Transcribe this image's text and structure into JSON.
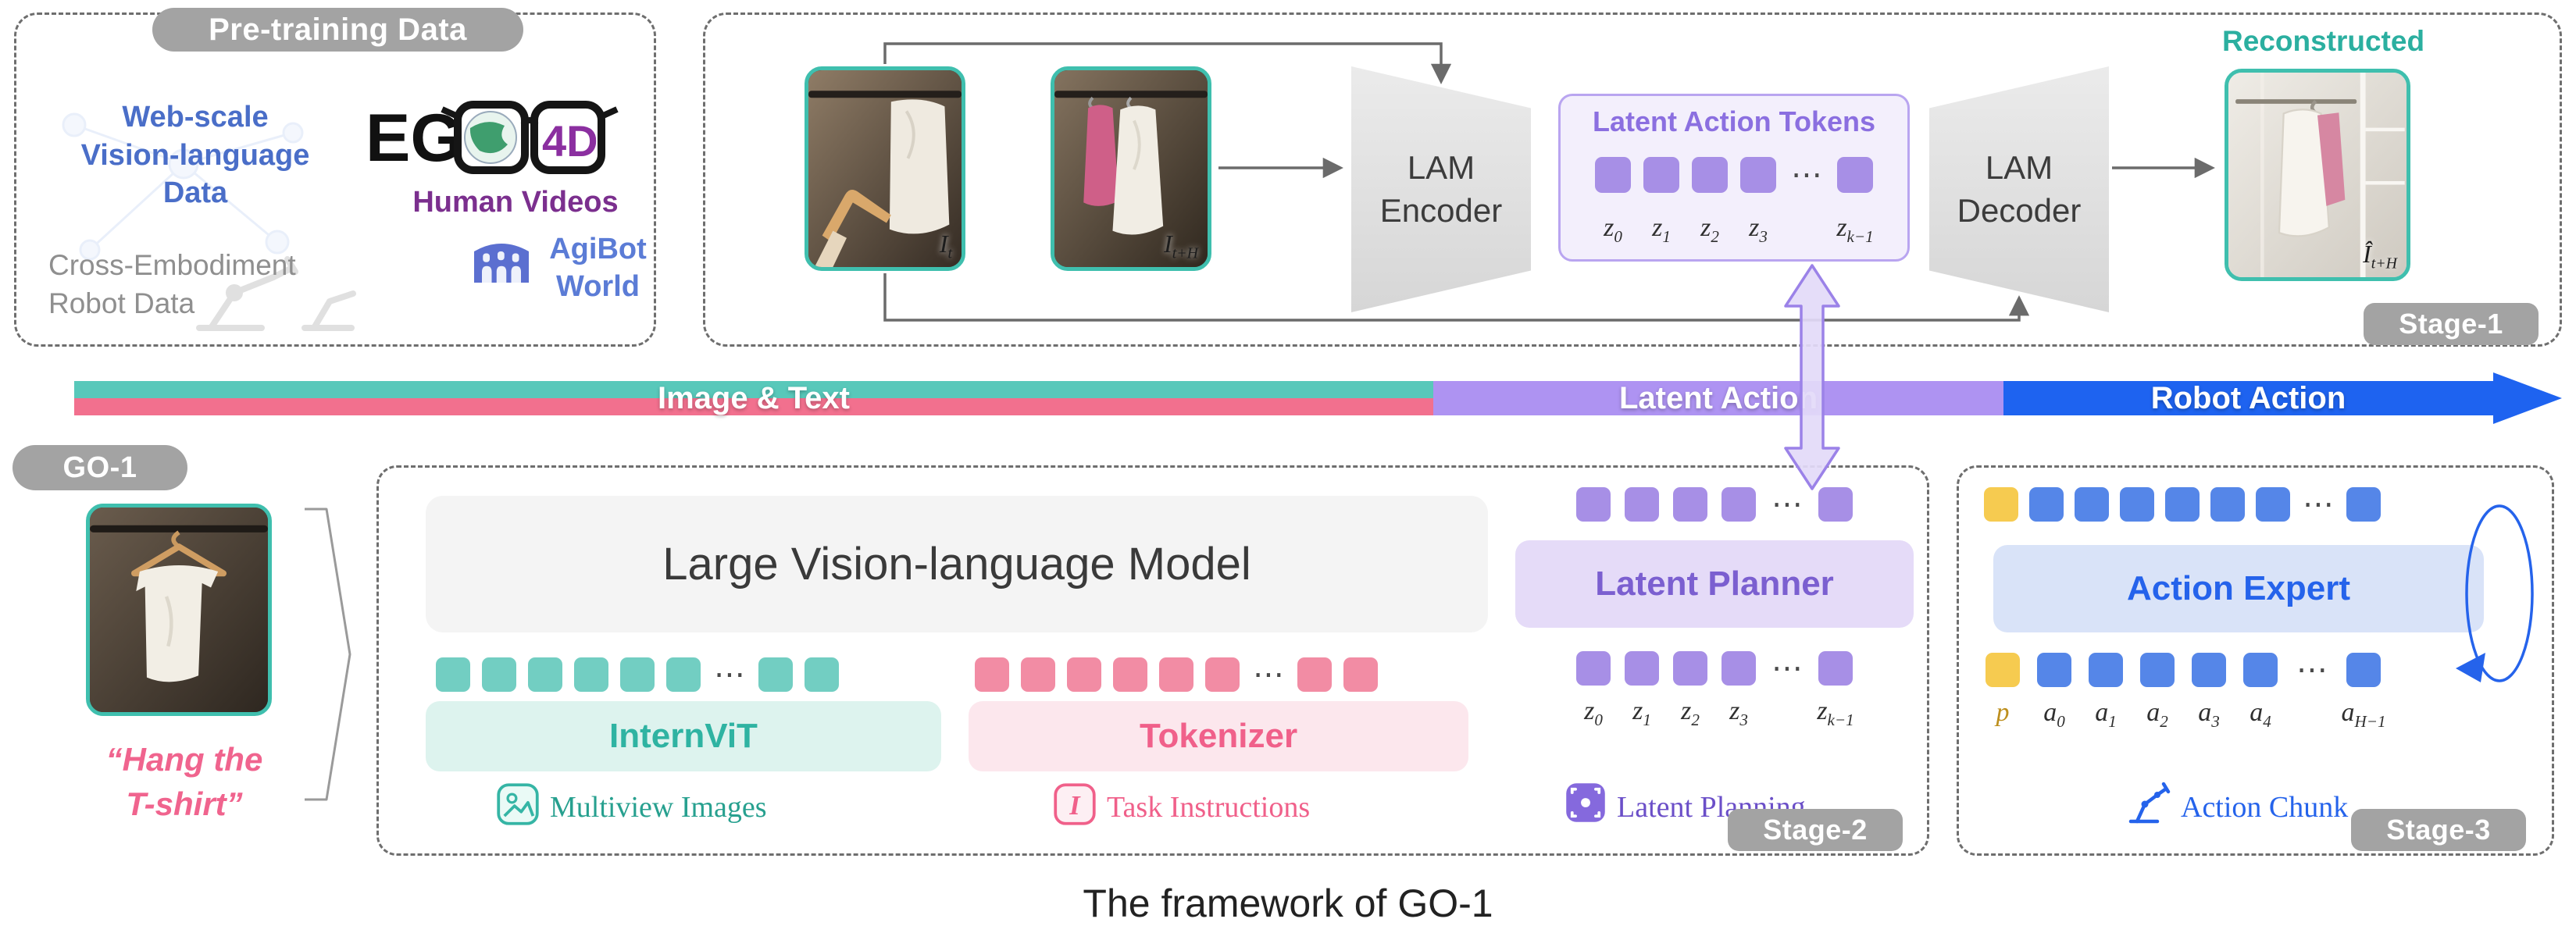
{
  "palette": {
    "teal": "#3fbfae",
    "pink": "#f0608a",
    "purple": "#8b6fe0",
    "blue": "#2563eb",
    "gray_pill": "#a3a3a3",
    "bar_teal": "#58c8ba",
    "bar_pink": "#f2708e",
    "bar_purple": "#ae93f2",
    "bar_blue": "#1e63f0"
  },
  "colors": {
    "t": "#72cec2",
    "p": "#f28ca4",
    "v": "#a78fe6",
    "b": "#5586e8",
    "y": "#f6cb50"
  },
  "icons": {
    "ego4d": "glasses-globe-logo",
    "agibot": "colosseum-icon",
    "multiview": "image-photo-icon",
    "task": "serif-i-icon",
    "planning": "scan-focus-icon",
    "chunk": "robot-arm-icon"
  },
  "pretraining": {
    "title": "Pre-training Data",
    "web_scale": "Web-scale\nVision-language\nData",
    "ego": "EG",
    "ego_4d": "4D",
    "human_videos": "Human Videos",
    "cross_embodiment": "Cross-Embodiment\nRobot Data",
    "agibot": "AgiBot\nWorld"
  },
  "stage1": {
    "label": "Stage-1",
    "encoder": "LAM\nEncoder",
    "decoder": "LAM\nDecoder",
    "tokens_title": "Latent Action Tokens",
    "token_row": {
      "cells": "vvvv.v",
      "size": 46,
      "gap": 16
    },
    "z_row": {
      "cell": 62,
      "labels": [
        {
          "b": "z",
          "s": "0"
        },
        {
          "b": "z",
          "s": "1"
        },
        {
          "b": "z",
          "s": "2"
        },
        {
          "b": "z",
          "s": "3"
        },
        null,
        {
          "b": "z",
          "s": "k−1"
        }
      ]
    },
    "img_t": {
      "base": "I",
      "sub": "t"
    },
    "img_th": {
      "base": "I",
      "sub": "t+H"
    },
    "reconstructed": "Reconstructed",
    "img_recon": {
      "base": "Î",
      "sub": "t+H"
    }
  },
  "flow_bar": {
    "segments": [
      {
        "label": "Image & Text"
      },
      {
        "label": "Latent Action"
      },
      {
        "label": "Robot Action"
      }
    ]
  },
  "go1": {
    "label": "GO-1",
    "instruction": "“Hang the\nT-shirt”"
  },
  "stage2": {
    "label": "Stage-2",
    "vlm": "Large Vision-language Model",
    "internvit": "InternViT",
    "tokenizer": "Tokenizer",
    "multiview": "Multiview Images",
    "task_instructions": "Task Instructions",
    "planner": "Latent Planner",
    "planning": "Latent Planning",
    "vision_tokens": {
      "cells": "tttttt.tt",
      "size": 44,
      "gap": 15
    },
    "text_tokens": {
      "cells": "pppppp.pp",
      "size": 44,
      "gap": 15
    },
    "planner_top": {
      "cells": "vvvv.v",
      "size": 44,
      "gap": 18
    },
    "planner_bottom": {
      "cells": "vvvv.v",
      "size": 44,
      "gap": 18
    },
    "z_row": {
      "cell": 62,
      "labels": [
        {
          "b": "z",
          "s": "0"
        },
        {
          "b": "z",
          "s": "1"
        },
        {
          "b": "z",
          "s": "2"
        },
        {
          "b": "z",
          "s": "3"
        },
        null,
        {
          "b": "z",
          "s": "k−1"
        }
      ]
    }
  },
  "stage3": {
    "label": "Stage-3",
    "expert": "Action Expert",
    "chunk": "Action Chunk",
    "top_row": {
      "cells": "ybbbbbb.b",
      "size": 44,
      "gap": 14
    },
    "bottom_row": {
      "cells": "ybbbbb.b",
      "size": 44,
      "gap": 22
    },
    "a_row": {
      "cell": 66,
      "labels": [
        {
          "b": "p",
          "c": "#bd8f1e"
        },
        {
          "b": "a",
          "s": "0"
        },
        {
          "b": "a",
          "s": "1"
        },
        {
          "b": "a",
          "s": "2"
        },
        {
          "b": "a",
          "s": "3"
        },
        {
          "b": "a",
          "s": "4"
        },
        null,
        {
          "b": "a",
          "s": "H−1"
        }
      ]
    }
  },
  "caption": "The framework of GO-1"
}
